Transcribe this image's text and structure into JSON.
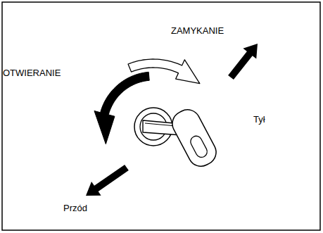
{
  "diagram": {
    "labels": [
      "ZAMYKANIE",
      "OTWIERANIE",
      "Tył",
      "Przód"
    ]
  }
}
